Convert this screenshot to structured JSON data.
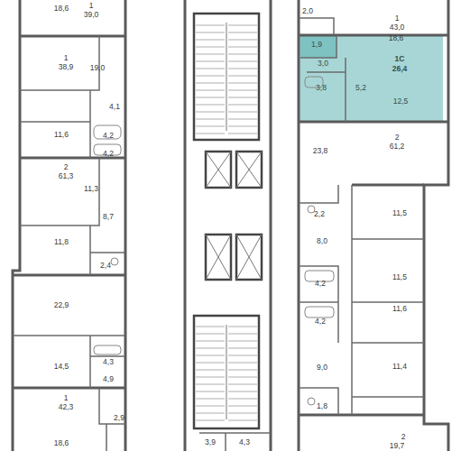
{
  "diagram": {
    "nodes": [
      {
        "text": [
          "1С",
          "26,4",
          "12,5",
          "5,2",
          "3,8",
          "3,0",
          "1,9"
        ]
      }
    ],
    "labels": [
      "1",
      "39,0",
      "18,6",
      "1",
      "38,9",
      "19,0",
      "4,1",
      "11,6",
      "4,2",
      "4,2",
      "2",
      "61,3",
      "11,3",
      "8,7",
      "11,8",
      "2,4",
      "22,9",
      "14,5",
      "4,3",
      "4,9",
      "1",
      "42,3",
      "18,6",
      "2,9",
      "3,9",
      "4,3",
      "2,0",
      "1",
      "43,0",
      "18,6",
      "23,8",
      "2",
      "61,2",
      "11,5",
      "2,2",
      "8,0",
      "11,5",
      "4,2",
      "4,2",
      "11,6",
      "9,0",
      "11,4",
      "1,8",
      "19,7",
      "2"
    ]
  }
}
